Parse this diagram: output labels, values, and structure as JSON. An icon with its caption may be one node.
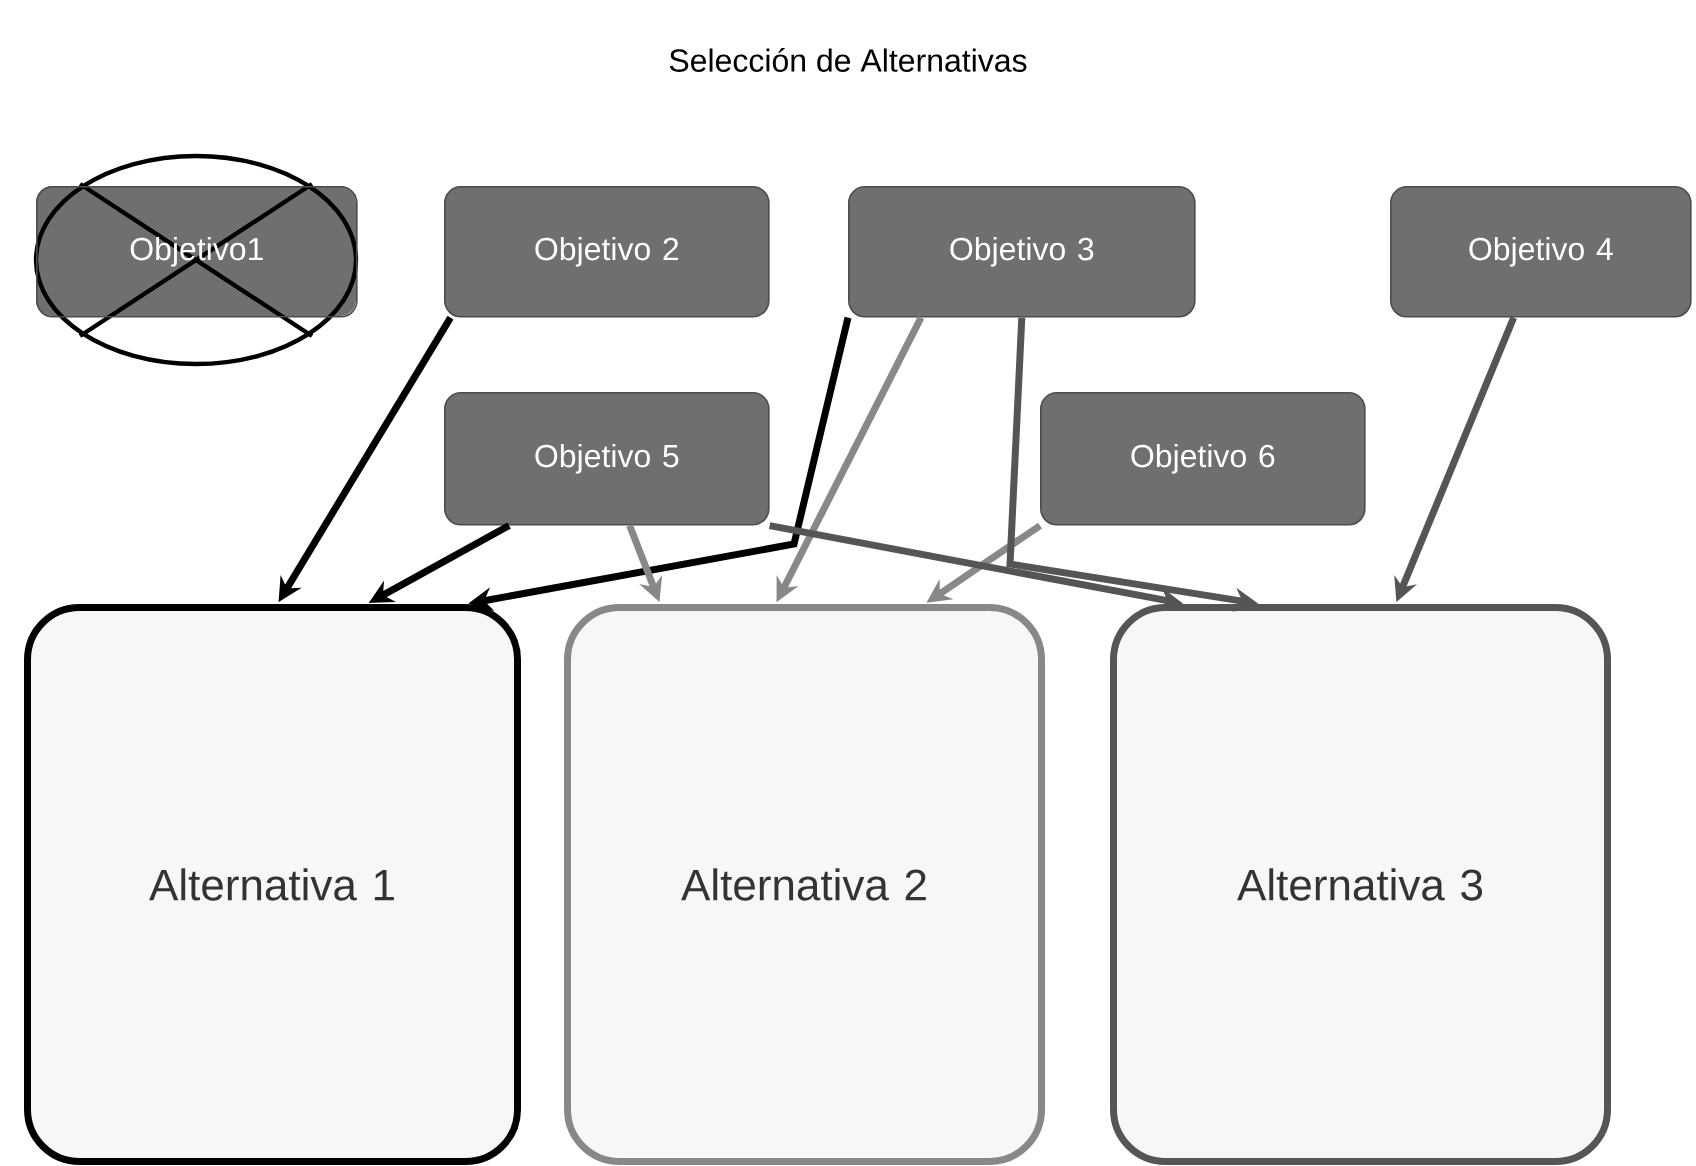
{
  "diagram": {
    "title": "Selección de Alternativas",
    "nodes": [
      {
        "text": [
          "Objetivo1"
        ]
      },
      {
        "text": [
          "Objetivo 2"
        ]
      },
      {
        "text": [
          "Objetivo 3"
        ]
      },
      {
        "text": [
          "Objetivo 4"
        ]
      },
      {
        "text": [
          "Objetivo 5"
        ]
      },
      {
        "text": [
          "Objetivo 6"
        ]
      },
      {
        "text": [
          "Alternativa 1"
        ]
      },
      {
        "text": [
          "Alternativa 2"
        ]
      },
      {
        "text": [
          "Alternativa 3"
        ]
      }
    ],
    "edges": [
      {
        "from": 1,
        "to": 6,
        "arrow": "to",
        "color": "#000000"
      },
      {
        "from": 4,
        "to": 6,
        "arrow": "to",
        "color": "#000000"
      },
      {
        "from": 2,
        "to": 6,
        "arrow": "to",
        "color": "#000000"
      },
      {
        "from": 4,
        "to": 7,
        "arrow": "to",
        "color": "#888888"
      },
      {
        "from": 2,
        "to": 7,
        "arrow": "to",
        "color": "#888888"
      },
      {
        "from": 5,
        "to": 7,
        "arrow": "to",
        "color": "#888888"
      },
      {
        "from": 4,
        "to": 8,
        "arrow": "to",
        "color": "#555555"
      },
      {
        "from": 2,
        "to": 8,
        "arrow": "to",
        "color": "#555555"
      },
      {
        "from": 3,
        "to": 8,
        "arrow": "to",
        "color": "#555555"
      }
    ]
  }
}
